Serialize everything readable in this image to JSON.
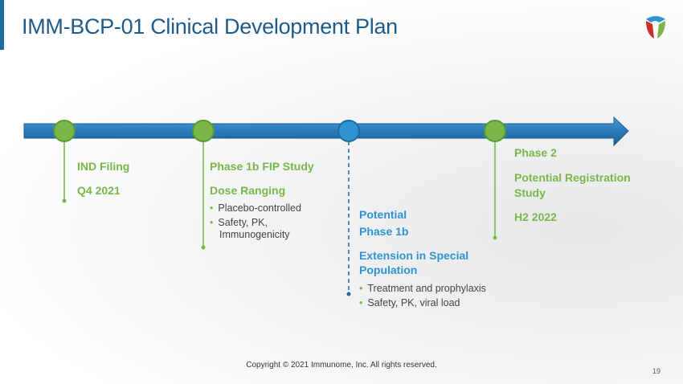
{
  "title": "IMM-BCP-01 Clinical Development Plan",
  "colors": {
    "green": "#7ab648",
    "blue": "#2f93d0",
    "arrow": "#2a7ab8"
  },
  "milestones": [
    {
      "title": "IND Filing",
      "lines": [
        "Q4 2021"
      ],
      "bullets": []
    },
    {
      "title": "Phase 1b FIP Study",
      "lines": [
        "Dose Ranging"
      ],
      "bullets": [
        "Placebo-controlled",
        "Safety, PK,",
        "Immunogenicity"
      ]
    },
    {
      "title": "Potential",
      "lines": [
        "Phase 1b",
        "Extension in Special",
        "Population"
      ],
      "bullets": [
        "Treatment and prophylaxis",
        "Safety, PK, viral load"
      ]
    },
    {
      "title": "Phase 2",
      "lines": [
        "Potential Registration",
        "Study",
        "H2 2022"
      ],
      "bullets": []
    }
  ],
  "footer": {
    "copyright": "Copyright © 2021 Immunome, Inc.  All rights reserved.",
    "page": "19"
  },
  "logo": {
    "icon": "immunome-logo-icon"
  }
}
